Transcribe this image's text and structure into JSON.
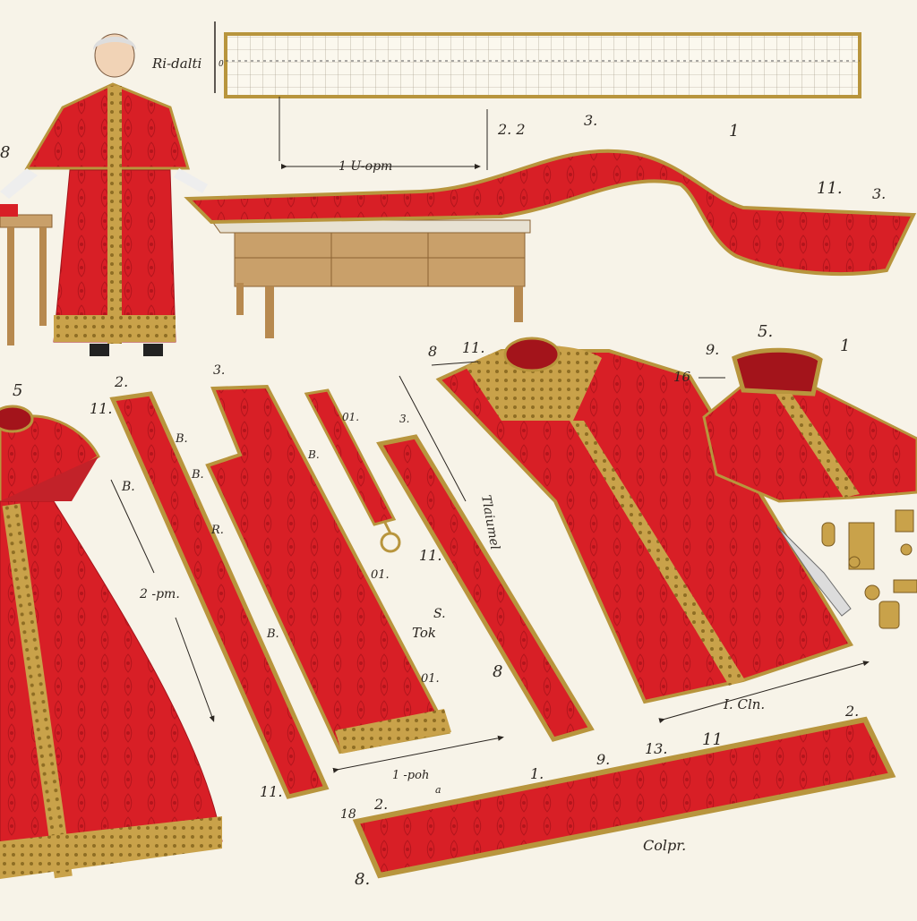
{
  "colors": {
    "paper": "#f7f3e8",
    "red": "#d81f26",
    "red_dark": "#a3141b",
    "gold": "#b8953d",
    "gold_light": "#d9c27a",
    "wood": "#c9a06a",
    "wood_dark": "#8a6233",
    "ink": "#2a2520"
  },
  "labels": {
    "ruler_title": "Ri-dalti",
    "ruler_left_digit": "0",
    "top_22": "2. 2",
    "top_3": "3.",
    "top_1": "1",
    "dim_top": "1 U-opm",
    "left_8": "8",
    "right_11": "11.",
    "right_3": "3.",
    "cape_5": "5",
    "left_11": "11.",
    "left_2": "2.",
    "cape_dim": "2 -pm.",
    "stole_B": "B.",
    "front_3": "3.",
    "front_B1": "B.",
    "front_B2": "B.",
    "front_R": "R.",
    "front_B3": "B.",
    "front_01a": "01.",
    "front_01b": "01.",
    "strap_01": "01.",
    "strap_B": "B.",
    "tok_S": "S.",
    "tok": "Tok",
    "dim_bottom": "1 -poh",
    "small_a": "a",
    "band_3": "3.",
    "band_11": "11.",
    "band_8": "8",
    "hanging": "Tlaiumel",
    "chas_8": "8",
    "chas_11": "11.",
    "cln": "I. Cln.",
    "coll_9": "9.",
    "coll_5": "5.",
    "coll_1": "1",
    "coll_16": "16",
    "bot_18": "18",
    "bot_2": "2.",
    "bot_1": "1.",
    "bot_9": "9.",
    "bot_13": "13.",
    "bot_11": "11",
    "bot_2b": "2.",
    "colpr": "Colpr.",
    "bot_8": "8.",
    "bottom_11": "11."
  }
}
